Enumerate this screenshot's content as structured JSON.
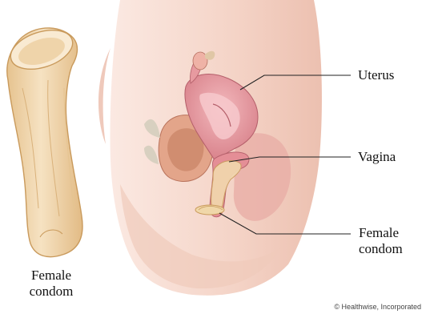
{
  "labels": {
    "uterus": "Uterus",
    "vagina": "Vagina",
    "female_condom_right_line1": "Female",
    "female_condom_right_line2": "condom",
    "female_condom_left_line1": "Female",
    "female_condom_left_line2": "condom"
  },
  "credit": "© Healthwise, Incorporated",
  "colors": {
    "skin": "#f6d9cf",
    "skin_shadow": "#ecc1b2",
    "organ_pink": "#e9a0a6",
    "organ_dark": "#c9707a",
    "condom_tan": "#edd2a6",
    "condom_edge": "#c99a5c",
    "leader_line": "#222222"
  }
}
